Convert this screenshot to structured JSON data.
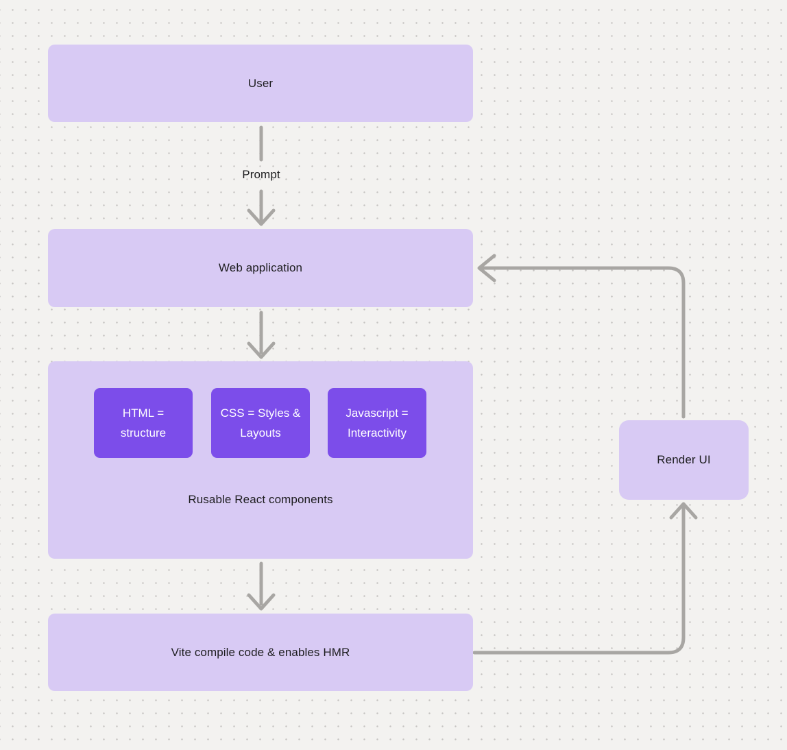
{
  "canvas": {
    "background_color": "#f3f2f0",
    "dot_color": "#c5c3c1"
  },
  "colors": {
    "node_fill": "#d8caf4",
    "inner_node_fill": "#7c4dea",
    "connector": "#a8a6a3",
    "text_dark": "#1d1d1f",
    "text_light": "#ffffff"
  },
  "nodes": {
    "user": {
      "label": "User"
    },
    "web_application": {
      "label": "Web application"
    },
    "components_group": {
      "caption": "Rusable React components",
      "children": [
        {
          "label": "HTML = structure"
        },
        {
          "label": "CSS = Styles & Layouts"
        },
        {
          "label": "Javascript = Interactivity"
        }
      ]
    },
    "vite": {
      "label": "Vite compile code & enables HMR"
    },
    "render_ui": {
      "label": "Render UI"
    }
  },
  "edges": {
    "prompt_label": "Prompt",
    "flow": [
      "User -> Web application (Prompt)",
      "Web application -> Components group",
      "Components group -> Vite",
      "Vite -> Render UI",
      "Render UI -> Web application"
    ]
  }
}
